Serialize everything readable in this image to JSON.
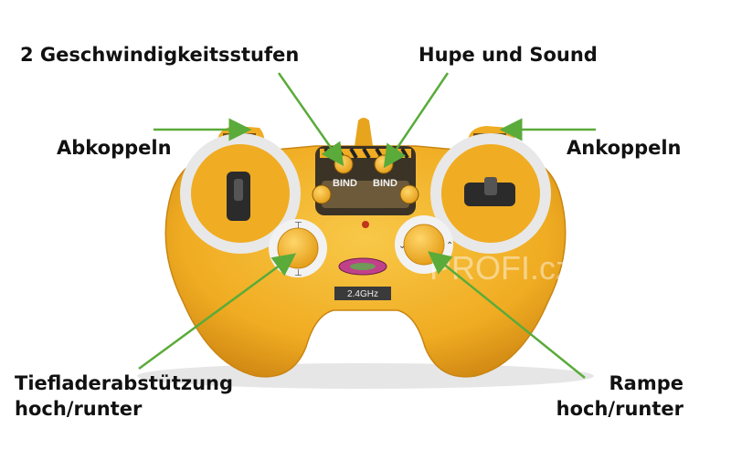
{
  "labels": {
    "speed": "2 Geschwindigkeitsstufen",
    "horn": "Hupe und Sound",
    "decouple": "Abkoppeln",
    "couple": "Ankoppeln",
    "support_line1": "Tiefladerabstützung",
    "support_line2": "hoch/runter",
    "ramp_line1": "Rampe",
    "ramp_line2": "hoch/runter"
  },
  "controller": {
    "bind_left": "BIND",
    "bind_right": "BIND",
    "frequency": "2.4GHz",
    "watermark": "PROFI.cz"
  },
  "colors": {
    "body": "#f2b22a",
    "body_dark": "#d9951a",
    "arrow": "#5aab3a"
  }
}
